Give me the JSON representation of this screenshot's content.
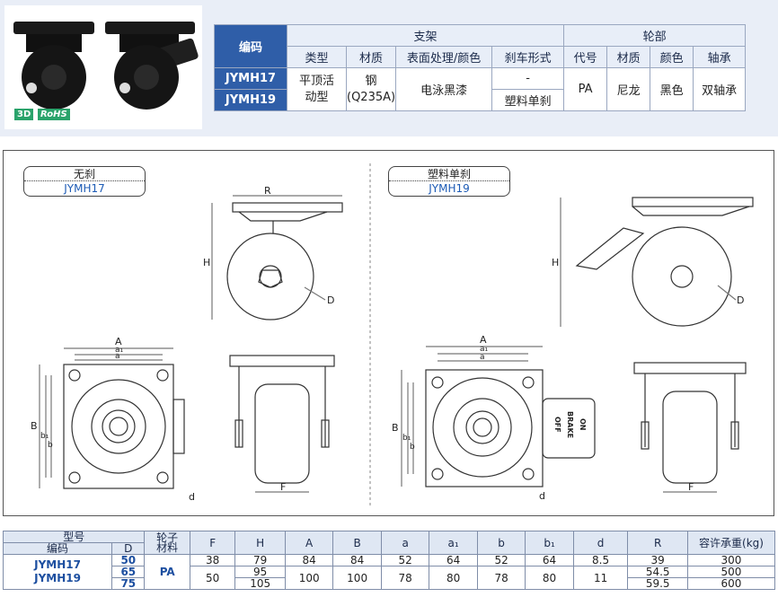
{
  "spec_table": {
    "code_header": "编码",
    "bracket_header": "支架",
    "wheel_header": "轮部",
    "bracket_cols": [
      "类型",
      "材质",
      "表面处理/颜色",
      "刹车形式"
    ],
    "wheel_cols": [
      "代号",
      "材质",
      "颜色",
      "轴承"
    ],
    "codes": [
      "JYMH17",
      "JYMH19"
    ],
    "type": "平顶活动型",
    "material": "钢\n(Q235A)",
    "finish": "电泳黑漆",
    "brakes": [
      "-",
      "塑料单刹"
    ],
    "wheel_code": "PA",
    "wheel_material": "尼龙",
    "wheel_color": "黑色",
    "bearing": "双轴承"
  },
  "badges": {
    "b3d": "3D",
    "rohs": "RoHS"
  },
  "drawing": {
    "left_tag": {
      "title": "无刹",
      "code": "JYMH17"
    },
    "right_tag": {
      "title": "塑料单刹",
      "code": "JYMH19"
    },
    "labels": {
      "R": "R",
      "H": "H",
      "D": "D",
      "A": "A",
      "a1": "a₁",
      "a": "a",
      "B": "B",
      "b1": "b₁",
      "b": "b",
      "d": "d",
      "F": "F"
    },
    "brake_text": [
      "OFF",
      "BRAKE",
      "ON"
    ]
  },
  "dim_table": {
    "headers": {
      "model": "型号",
      "code": "编码",
      "D": "D",
      "wheel_mat": "轮子材料",
      "F": "F",
      "H": "H",
      "A": "A",
      "B": "B",
      "a": "a",
      "a1": "a₁",
      "b": "b",
      "b1": "b₁",
      "d": "d",
      "R": "R",
      "load": "容许承重(kg)"
    },
    "codes": [
      "JYMH17",
      "JYMH19"
    ],
    "wheel_mat": "PA",
    "rows": [
      {
        "D": "50",
        "F": "38",
        "H": "79",
        "A": "84",
        "B": "84",
        "a": "52",
        "a1": "64",
        "b": "52",
        "b1": "64",
        "d": "8.5",
        "R": "39",
        "load": "300"
      },
      {
        "D": "65",
        "F": "50",
        "H": "95",
        "A": "100",
        "B": "100",
        "a": "78",
        "a1": "80",
        "b": "78",
        "b1": "80",
        "d": "11",
        "R": "54.5",
        "load": "500"
      },
      {
        "D": "75",
        "H": "105",
        "R": "59.5",
        "load": "600"
      }
    ]
  }
}
